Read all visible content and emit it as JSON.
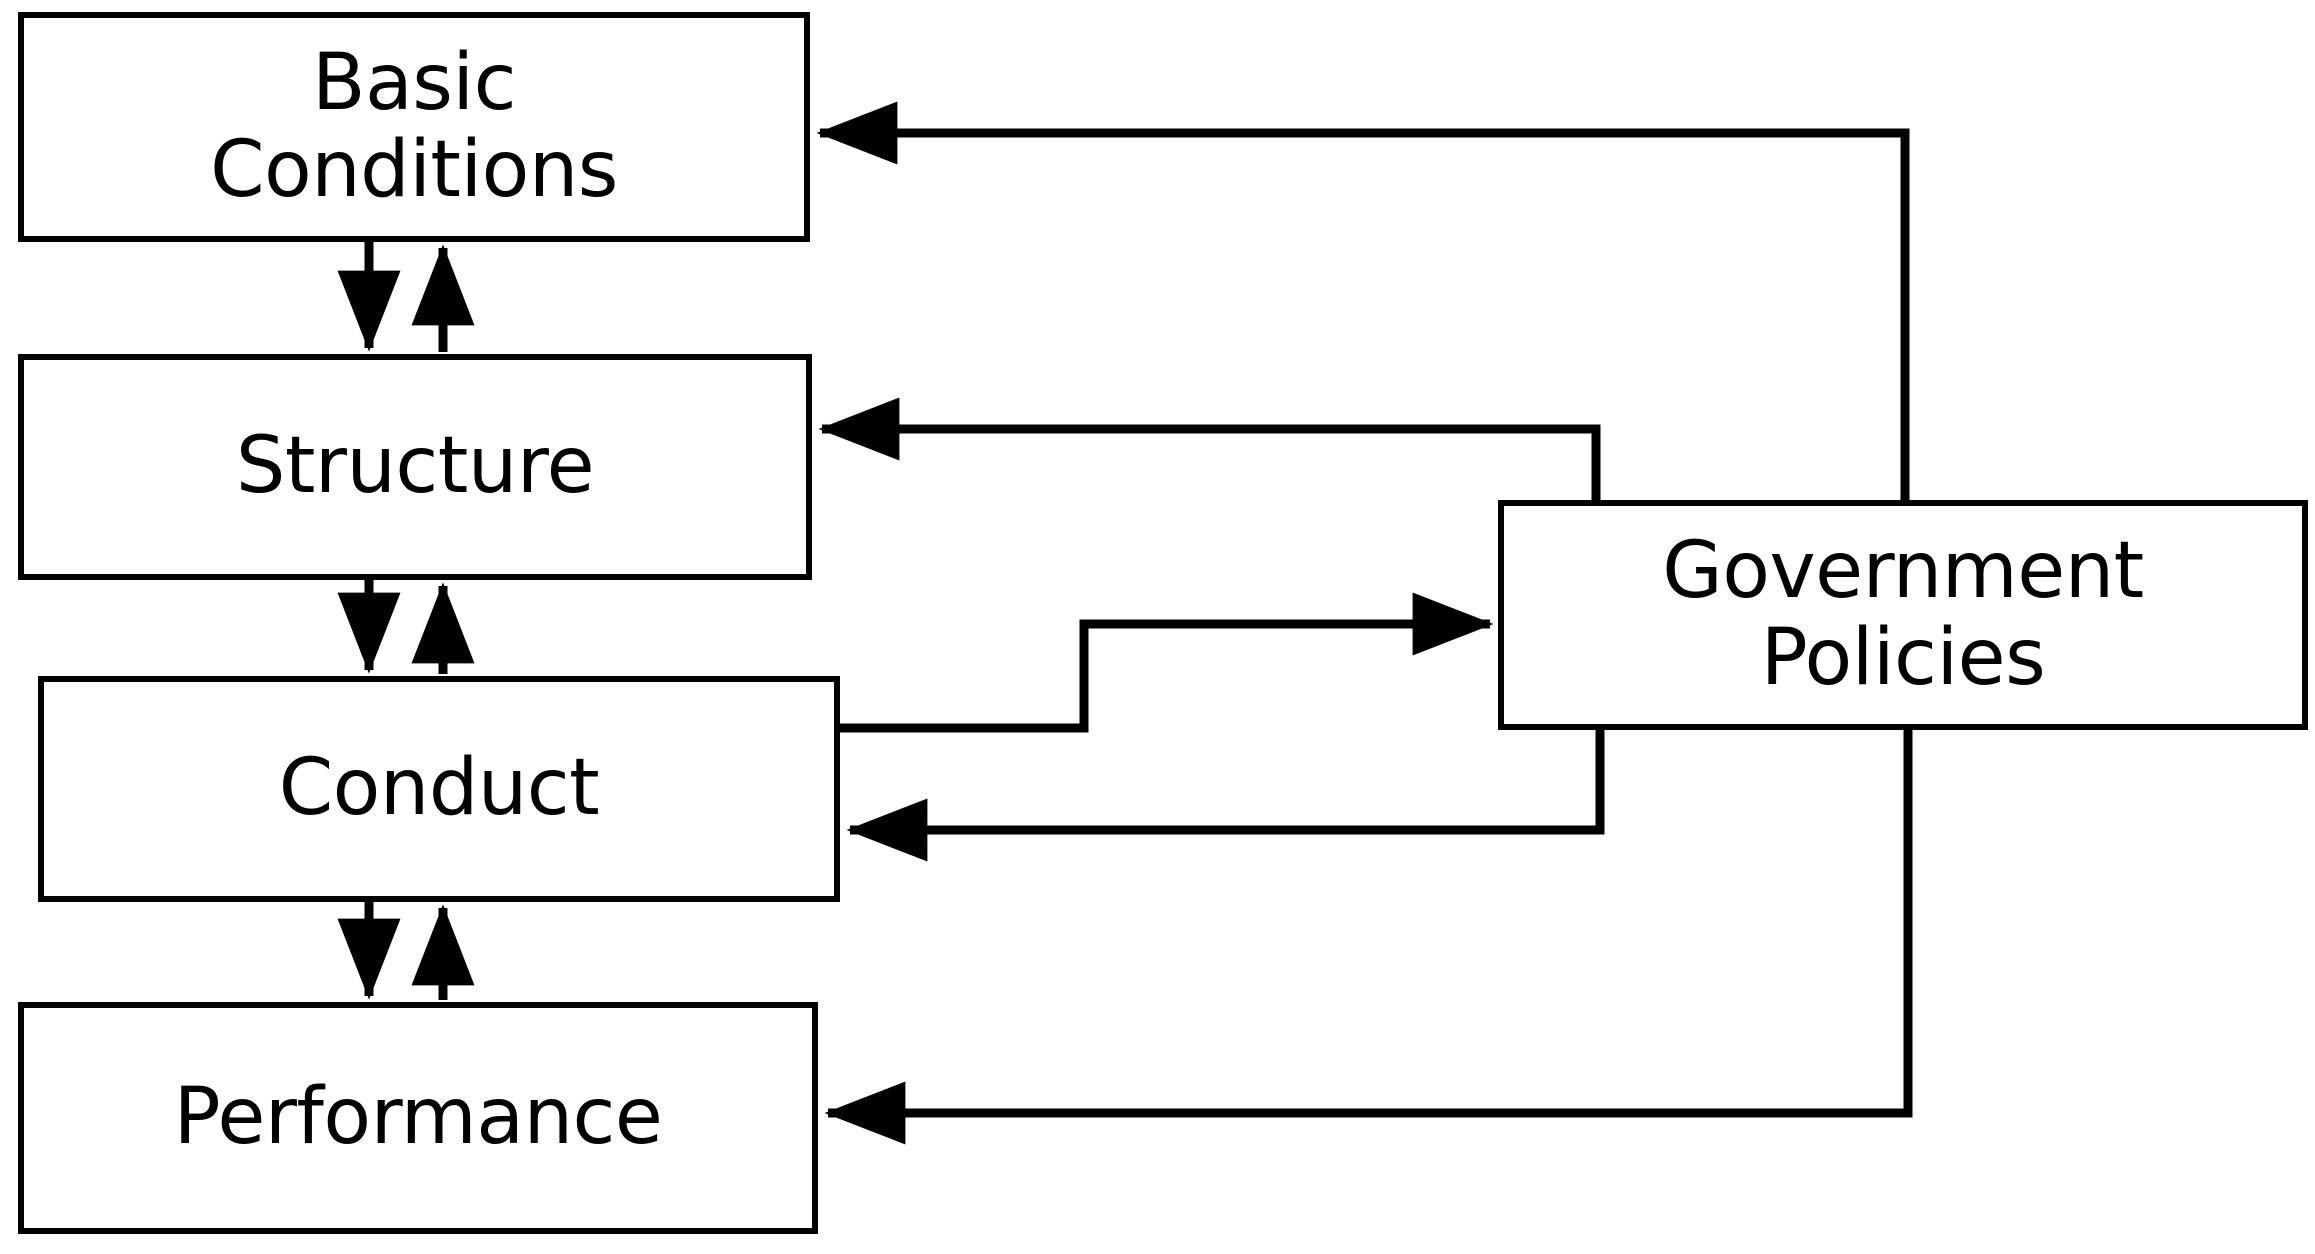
{
  "diagram": {
    "title": "Structure-Conduct-Performance paradigm with government policies",
    "type": "block-flow-diagram",
    "background_color": "#ffffff",
    "line_color": "#000000",
    "text_color": "#000000",
    "nodes": [
      {
        "id": "basic-conditions",
        "label": "Basic\nConditions"
      },
      {
        "id": "structure",
        "label": "Structure"
      },
      {
        "id": "conduct",
        "label": "Conduct"
      },
      {
        "id": "performance",
        "label": "Performance"
      },
      {
        "id": "government-policies",
        "label": "Government\nPolicies"
      }
    ],
    "edges": [
      {
        "id": "basic-to-structure",
        "from": "basic-conditions",
        "to": "structure",
        "direction": "down",
        "arrow": "single"
      },
      {
        "id": "structure-to-basic",
        "from": "structure",
        "to": "basic-conditions",
        "direction": "up",
        "arrow": "single"
      },
      {
        "id": "structure-to-conduct",
        "from": "structure",
        "to": "conduct",
        "direction": "down",
        "arrow": "single"
      },
      {
        "id": "conduct-to-structure",
        "from": "conduct",
        "to": "structure",
        "direction": "up",
        "arrow": "single"
      },
      {
        "id": "conduct-to-performance",
        "from": "conduct",
        "to": "performance",
        "direction": "down",
        "arrow": "single"
      },
      {
        "id": "performance-to-conduct",
        "from": "performance",
        "to": "conduct",
        "direction": "up",
        "arrow": "single"
      },
      {
        "id": "policies-to-basic",
        "from": "government-policies",
        "to": "basic-conditions",
        "direction": "left",
        "arrow": "single"
      },
      {
        "id": "policies-to-structure",
        "from": "government-policies",
        "to": "structure",
        "direction": "left",
        "arrow": "single"
      },
      {
        "id": "conduct-to-policies",
        "from": "conduct",
        "to": "government-policies",
        "direction": "right",
        "arrow": "single"
      },
      {
        "id": "policies-to-conduct",
        "from": "government-policies",
        "to": "conduct",
        "direction": "left",
        "arrow": "single"
      },
      {
        "id": "policies-to-performance",
        "from": "government-policies",
        "to": "performance",
        "direction": "left",
        "arrow": "single"
      }
    ]
  }
}
